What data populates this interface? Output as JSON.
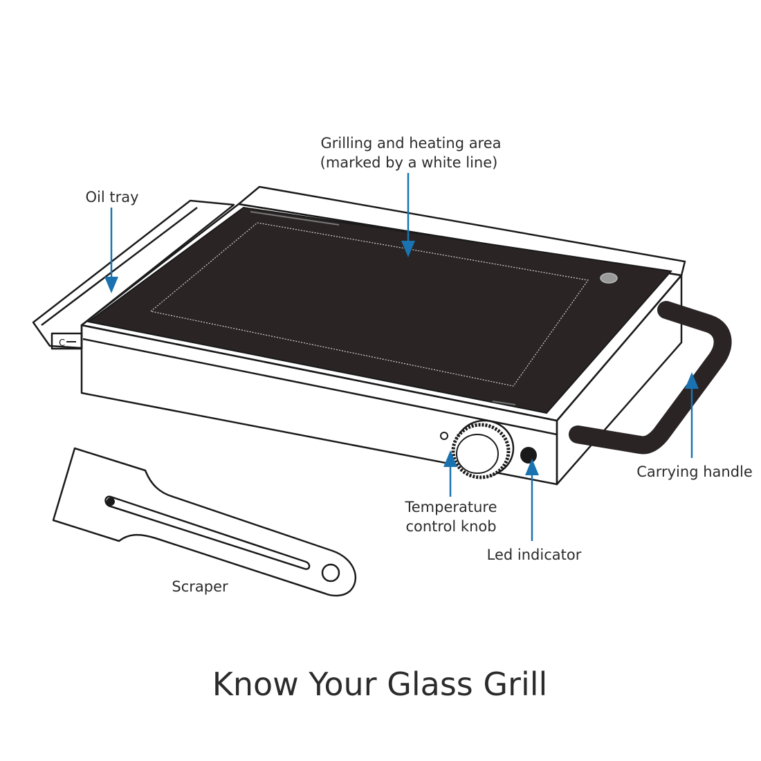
{
  "title": "Know Your Glass Grill",
  "colors": {
    "accent": "#1a73b0",
    "glass": "#2a2424",
    "outline": "#1a1a1a"
  },
  "labels": {
    "grilling_area_line1": "Grilling and heating area",
    "grilling_area_line2": "(marked by a white line)",
    "oil_tray": "Oil tray",
    "carrying_handle": "Carrying handle",
    "temp_knob_line1": "Temperature",
    "temp_knob_line2": "control knob",
    "led_indicator": "Led indicator",
    "scraper": "Scraper"
  }
}
